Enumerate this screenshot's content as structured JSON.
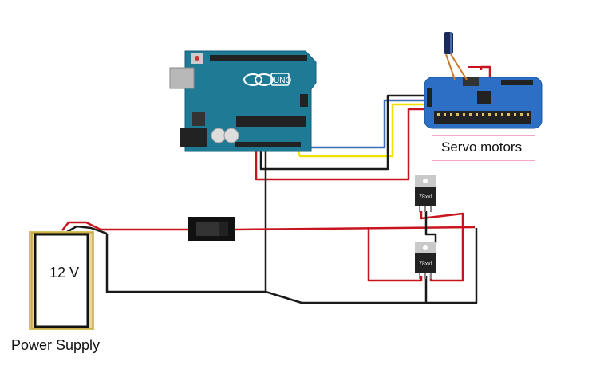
{
  "labels": {
    "power_supply": "Power Supply",
    "battery_voltage": "12 V",
    "servo_motors": "Servo motors",
    "arduino_brand": "UNO",
    "regulator_top": "78xxl",
    "regulator_bottom": "78xxl"
  },
  "colors": {
    "wire_red": "#c8141e",
    "wire_black": "#1a1a1a",
    "wire_blue": "#3b6fb6",
    "wire_yellow": "#f2e000",
    "arduino_board": "#1f7a96",
    "pwm_board": "#2d6fc4",
    "servo_box_border": "#f4a7c4"
  },
  "icons": [
    "arduino-uno-icon",
    "pwm-driver-icon",
    "capacitor-icon",
    "switch-icon",
    "voltage-regulator-icon",
    "battery-icon"
  ]
}
